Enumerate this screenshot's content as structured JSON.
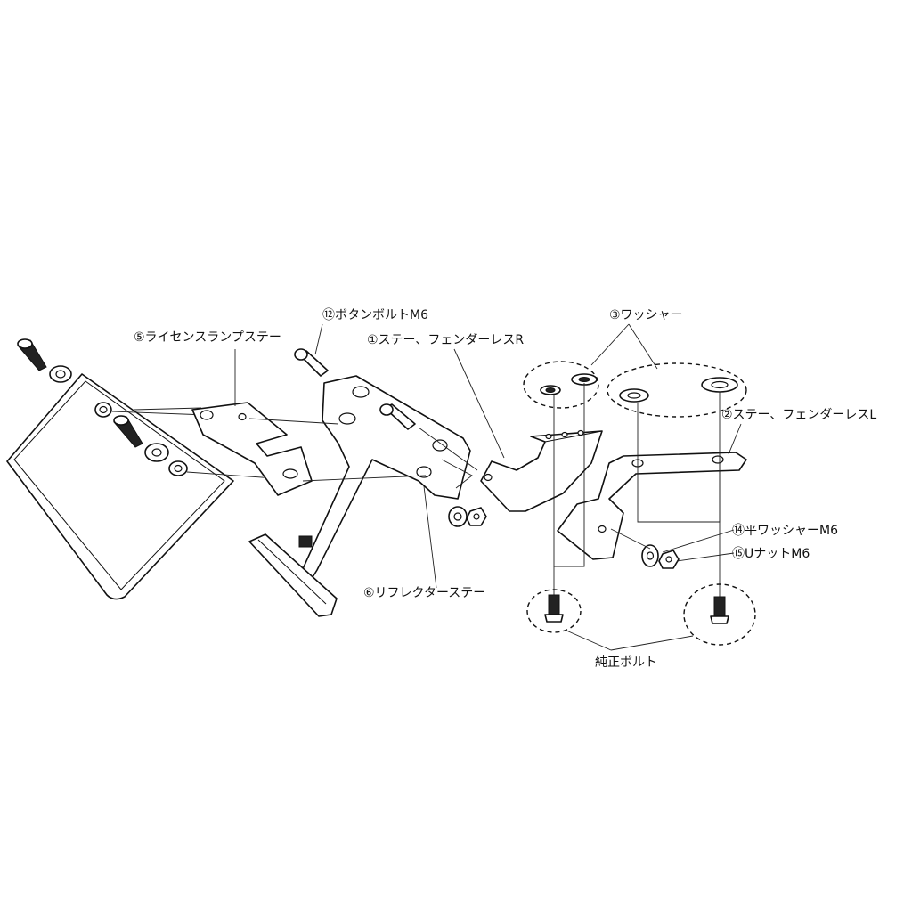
{
  "labels": {
    "license_lamp_stay": "⑤ライセンスランプステー",
    "button_bolt": "⑫ボタンボルトM6",
    "stay_fenderless_r": "①ステー、フェンダーレスR",
    "washer": "③ワッシャー",
    "stay_fenderless_l": "②ステー、フェンダーレスL",
    "flat_washer": "⑭平ワッシャーM6",
    "u_nut": "⑮UナットM6",
    "reflector_stay": "⑥リフレクターステー",
    "genuine_bolt": "純正ボルト"
  }
}
